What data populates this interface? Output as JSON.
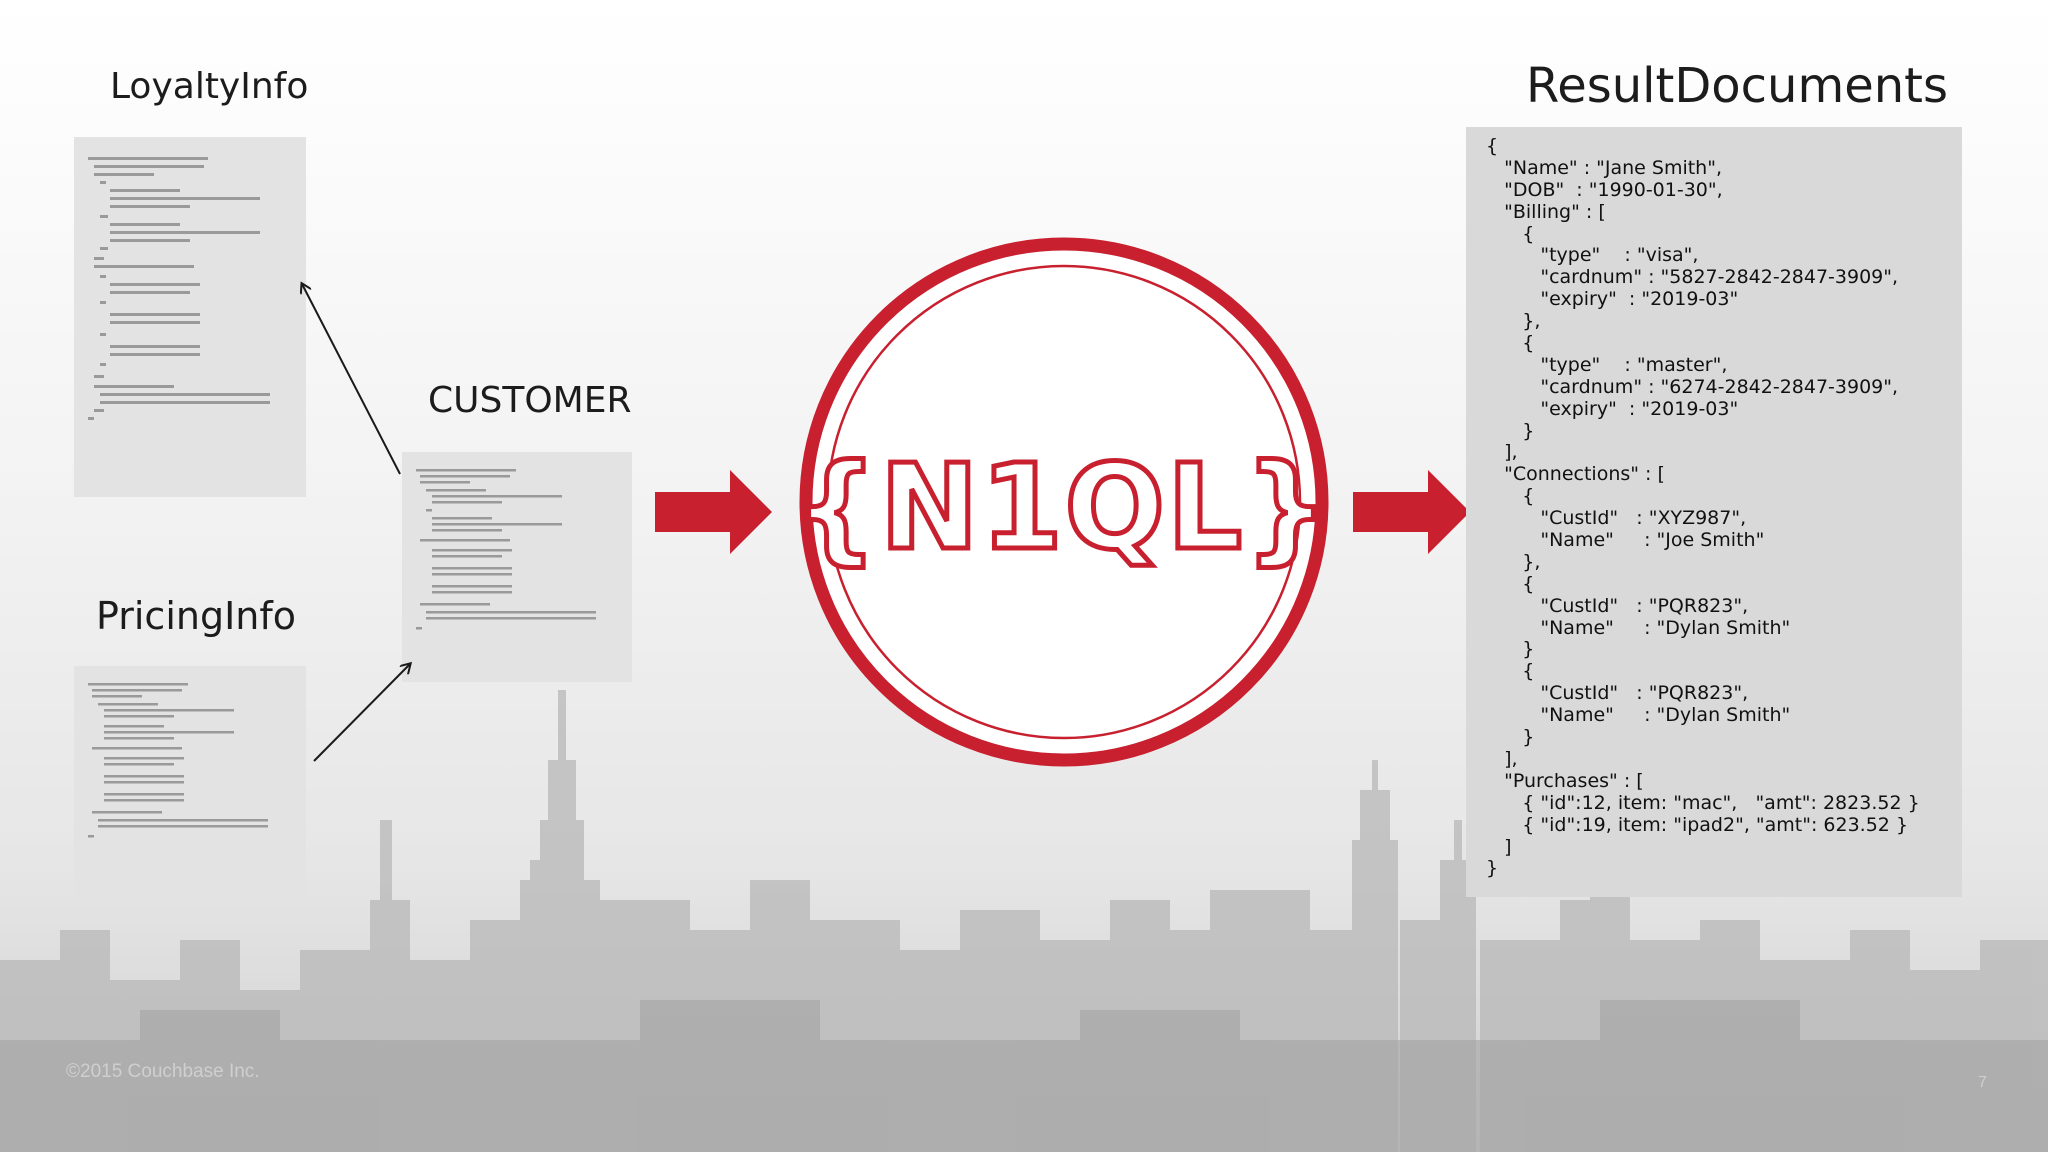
{
  "labels": {
    "loyalty": "LoyaltyInfo",
    "customer": "CUSTOMER",
    "pricing": "PricingInfo",
    "result": "ResultDocuments"
  },
  "logo_text": "{N1QL}",
  "colors": {
    "accent": "#c8202f",
    "box": "#d9d9d9",
    "thumb": "#e3e3e3"
  },
  "result_lines": [
    "{",
    "   \"Name\" : \"Jane Smith\",",
    "   \"DOB\"  : \"1990-01-30\",",
    "   \"Billing\" : [",
    "      {",
    "         \"type\"    : \"visa\",",
    "         \"cardnum\" : \"5827-2842-2847-3909\",",
    "         \"expiry\"  : \"2019-03\"",
    "      },",
    "      {",
    "         \"type\"    : \"master\",",
    "         \"cardnum\" : \"6274-2842-2847-3909\",",
    "         \"expiry\"  : \"2019-03\"",
    "      }",
    "   ],",
    "   \"Connections\" : [",
    "      {",
    "         \"CustId\"   : \"XYZ987\",",
    "         \"Name\"     : \"Joe Smith\"",
    "      },",
    "      {",
    "         \"CustId\"   : \"PQR823\",",
    "         \"Name\"     : \"Dylan Smith\"",
    "      }",
    "      {",
    "         \"CustId\"   : \"PQR823\",",
    "         \"Name\"     : \"Dylan Smith\"",
    "      }",
    "   ],",
    "   \"Purchases\" : [",
    "      { \"id\":12, item: \"mac\",   \"amt\": 2823.52 }",
    "      { \"id\":19, item: \"ipad2\", \"amt\": 623.52 }",
    "   ]",
    "}"
  ],
  "footer": {
    "copyright": "©2015 Couchbase Inc.",
    "page": "7"
  }
}
